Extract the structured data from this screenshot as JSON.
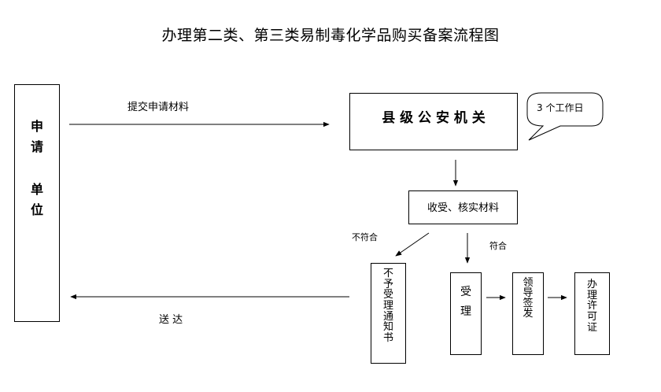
{
  "title": "办理第二类、第三类易制毒化学品购买备案流程图",
  "applicant": {
    "line1": "申请",
    "line2": "单位"
  },
  "agency": "县 级 公 安 机 关",
  "time_note": "3 个工作日",
  "submit_label": "提交申请材料",
  "review_box": "收受、核实材料",
  "not_meet_label": "不符合",
  "meet_label": "符合",
  "rejection_notice": "不予受理通知书",
  "accept_box": "受理",
  "collect_box": "领导签发",
  "permit_box": "办理许可证",
  "deliver_label": "送 达"
}
